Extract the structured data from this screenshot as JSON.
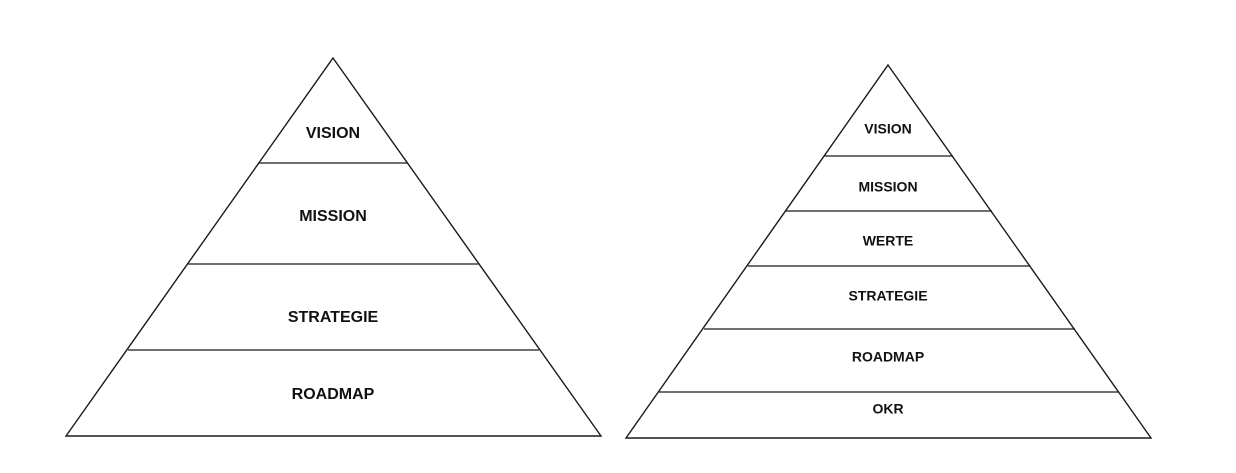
{
  "pyramids": [
    {
      "levels": [
        "VISION",
        "MISSION",
        "STRATEGIE",
        "ROADMAP"
      ]
    },
    {
      "levels": [
        "VISION",
        "MISSION",
        "WERTE",
        "STRATEGIE",
        "ROADMAP",
        "OKR"
      ]
    }
  ]
}
